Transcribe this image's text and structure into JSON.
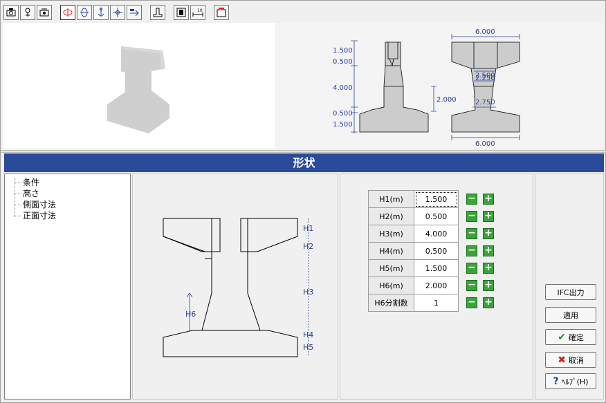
{
  "title": "形状",
  "tree": {
    "items": [
      {
        "label": "条件"
      },
      {
        "label": "高さ"
      },
      {
        "label": "側面寸法"
      },
      {
        "label": "正面寸法"
      }
    ]
  },
  "params": [
    {
      "label": "H1(m)",
      "value": "1.500"
    },
    {
      "label": "H2(m)",
      "value": "0.500"
    },
    {
      "label": "H3(m)",
      "value": "4.000"
    },
    {
      "label": "H4(m)",
      "value": "0.500"
    },
    {
      "label": "H5(m)",
      "value": "1.500"
    },
    {
      "label": "H6(m)",
      "value": "2.000"
    },
    {
      "label": "H6分割数",
      "value": "1"
    }
  ],
  "buttons": {
    "ifc": "IFC出力",
    "apply": "適用",
    "ok": "確定",
    "cancel": "取消",
    "help": "ﾍﾙﾌﾟ(H)"
  },
  "side_dims": {
    "h1": "1.500",
    "h2": "0.500",
    "h3": "4.000",
    "h4": "0.500",
    "h5": "1.500",
    "h6": "2.000"
  },
  "front_dims": {
    "top_width": "6.000",
    "bottom_width": "6.000",
    "neck_top_a": "2.500",
    "neck_top_b": "2.250",
    "neck_bottom": "2.750"
  },
  "diagram_labels": {
    "h1": "H1",
    "h2": "H2",
    "h3": "H3",
    "h4": "H4",
    "h5": "H5",
    "h6": "H6"
  },
  "colors": {
    "title_bar": "#2c4a9a",
    "dimension": "#2a3c9c",
    "shape_fill": "#cccccc",
    "plus_minus": "#3aa43a"
  }
}
